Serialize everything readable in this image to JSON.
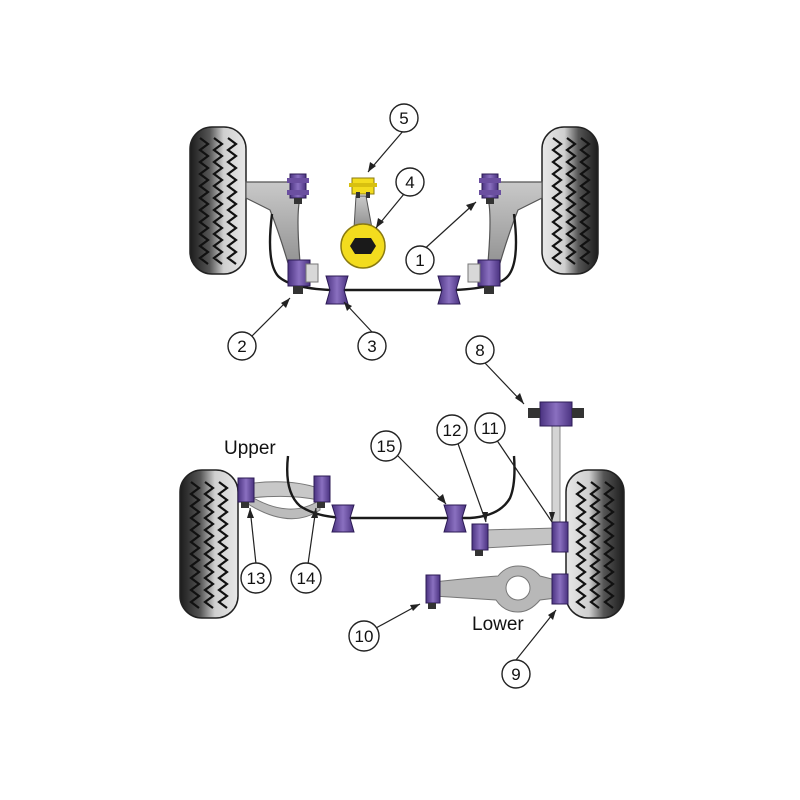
{
  "labels": {
    "upper": "Upper",
    "lower": "Lower"
  },
  "callouts": [
    "1",
    "2",
    "3",
    "4",
    "5",
    "8",
    "9",
    "10",
    "11",
    "12",
    "13",
    "14",
    "15"
  ],
  "colors": {
    "bush_purple": "#6b4fa0",
    "bush_purple_light": "#9a83c8",
    "bush_yellow": "#f3dc1e",
    "arm_grey": "#a7a7a7",
    "tyre_dark": "#1e1e1e",
    "tyre_light": "#d4d4d4",
    "bar_black": "#1a1a1a"
  },
  "icons": [
    "tyre-icon",
    "bush-icon",
    "anti-roll-bar-icon",
    "control-arm-icon",
    "engine-mount-icon"
  ]
}
